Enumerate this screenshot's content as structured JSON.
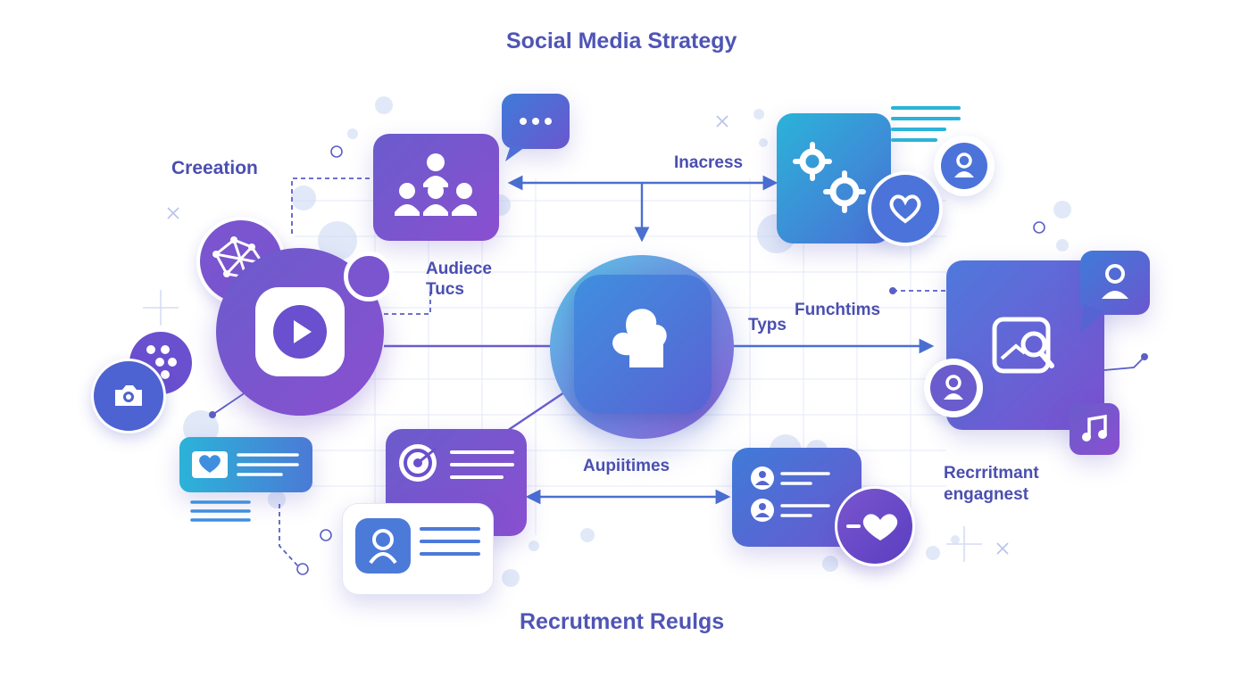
{
  "diagram": {
    "title": "Social Media Strategy",
    "footer": "Recrutment Reulgs",
    "labels": {
      "creation": "Creeation",
      "audience_line1": "Audiece",
      "audience_line2": "Tucs",
      "increase": "Inacress",
      "functions": "Funchtims",
      "types": "Typs",
      "aupiitimes": "Aupiitimes",
      "recruitment_line1": "Recrritmant",
      "recruitment_line2": "engagnest"
    },
    "colors": {
      "text": "#4a4fb0",
      "purple": "#7a55cf",
      "blue": "#3f7bd8",
      "teal": "#2bb3d8",
      "connector": "#5a5fc4",
      "grid": "#dfe6f7"
    },
    "icons": {
      "center": "profile-bubble-icon",
      "video": "play-icon",
      "group": "group-users-icon",
      "settings": "gears-icon",
      "heart": "heart-icon",
      "target": "target-icon",
      "music": "music-note-icon",
      "search": "search-image-icon",
      "camera": "camera-icon",
      "chat": "chat-bubble-icon",
      "user": "user-icon",
      "network": "network-globe-icon"
    }
  }
}
